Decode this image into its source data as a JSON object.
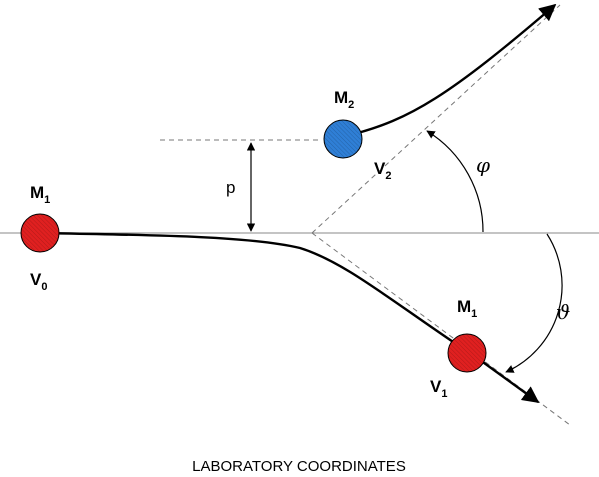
{
  "diagram": {
    "caption": "LABORATORY COORDINATES",
    "labels": {
      "m1_left": {
        "main": "M",
        "sub": "1"
      },
      "v0": {
        "main": "V",
        "sub": "0"
      },
      "m2": {
        "main": "M",
        "sub": "2"
      },
      "v2": {
        "main": "V",
        "sub": "2"
      },
      "m1_right": {
        "main": "M",
        "sub": "1"
      },
      "v1": {
        "main": "V",
        "sub": "1"
      },
      "impact_parameter": "p",
      "phi": "φ",
      "theta": "ϑ"
    },
    "colors": {
      "m1_fill": "#e02020",
      "m2_fill": "#2f7fd6",
      "line": "#000000",
      "guide": "#888888"
    }
  }
}
